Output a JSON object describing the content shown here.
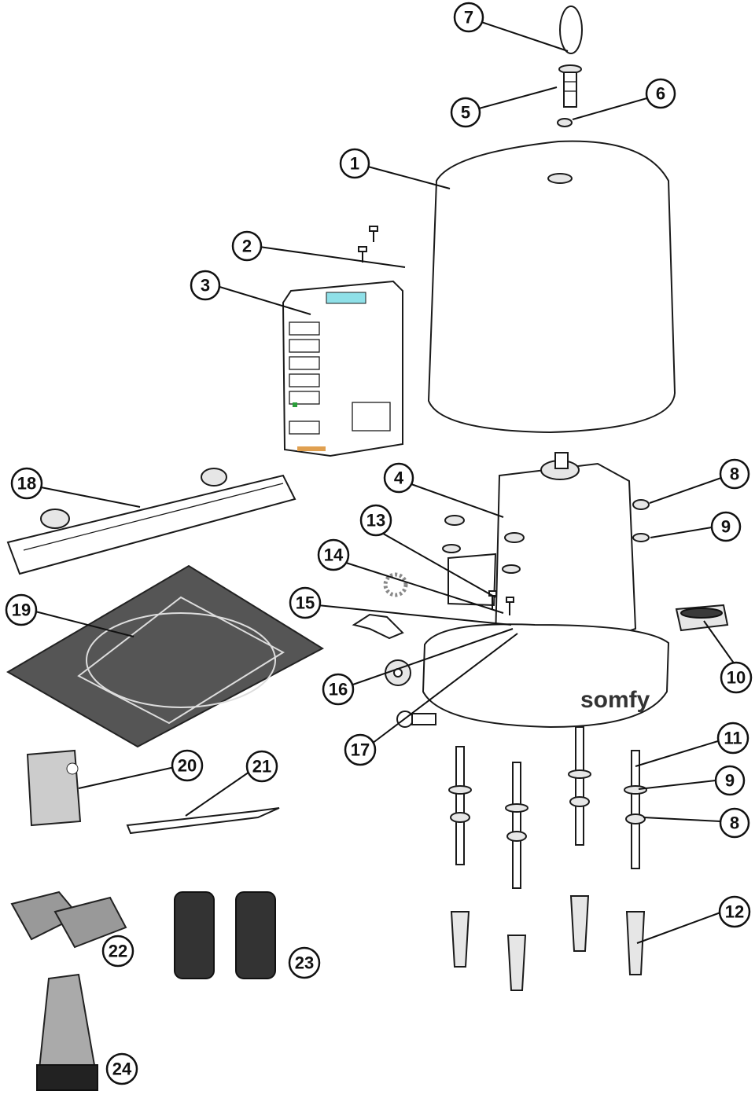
{
  "brand": {
    "logo_text": "somfy"
  },
  "callouts": [
    {
      "number": "1"
    },
    {
      "number": "2"
    },
    {
      "number": "3"
    },
    {
      "number": "4"
    },
    {
      "number": "5"
    },
    {
      "number": "6"
    },
    {
      "number": "7"
    },
    {
      "number": "8"
    },
    {
      "number": "9"
    },
    {
      "number": "10"
    },
    {
      "number": "11"
    },
    {
      "number": "9"
    },
    {
      "number": "8"
    },
    {
      "number": "12"
    },
    {
      "number": "13"
    },
    {
      "number": "14"
    },
    {
      "number": "15"
    },
    {
      "number": "16"
    },
    {
      "number": "17"
    },
    {
      "number": "18"
    },
    {
      "number": "19"
    },
    {
      "number": "20"
    },
    {
      "number": "21"
    },
    {
      "number": "22"
    },
    {
      "number": "23"
    },
    {
      "number": "24"
    }
  ]
}
